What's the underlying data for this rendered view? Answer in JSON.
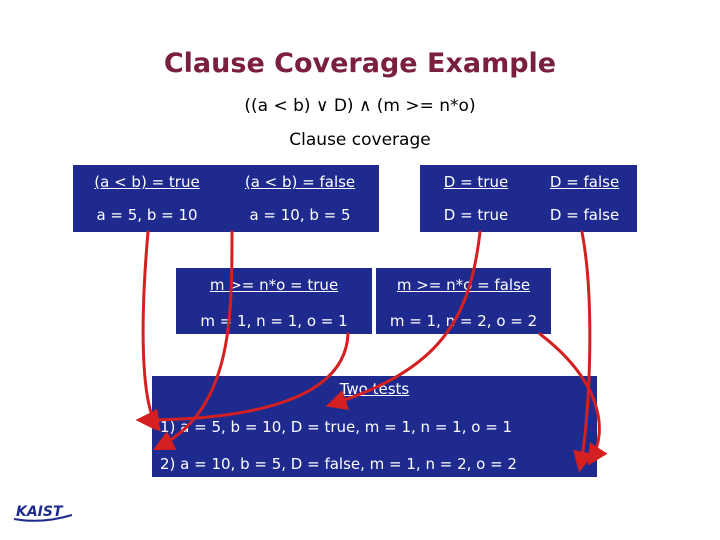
{
  "slide": {
    "title": "Clause Coverage Example",
    "formula": "((a < b) ∨ D) ∧ (m >= n*o)",
    "subtitle": "Clause coverage"
  },
  "clauses": {
    "ab_true": {
      "header": "(a < b) = true",
      "values": "a = 5, b = 10"
    },
    "ab_false": {
      "header": "(a < b) = false",
      "values": "a = 10, b = 5"
    },
    "d_true": {
      "header": "D = true",
      "values": "D = true"
    },
    "d_false": {
      "header": "D = false",
      "values": "D = false"
    },
    "m_true": {
      "header": "m >= n*o = true",
      "values": "m = 1, n = 1, o = 1"
    },
    "m_false": {
      "header": "m >= n*o = false",
      "values": "m = 1, n = 2, o = 2"
    }
  },
  "tests": {
    "header": "Two tests",
    "test1": "1) a = 5, b = 10, D = true, m = 1, n = 1, o = 1",
    "test2": "2) a = 10, b = 5, D = false, m = 1, n = 2, o = 2"
  },
  "logo": {
    "text": "KAIST"
  },
  "colors": {
    "title": "#7a1f3c",
    "box": "#1f2a8f",
    "arrow": "#d42020"
  }
}
